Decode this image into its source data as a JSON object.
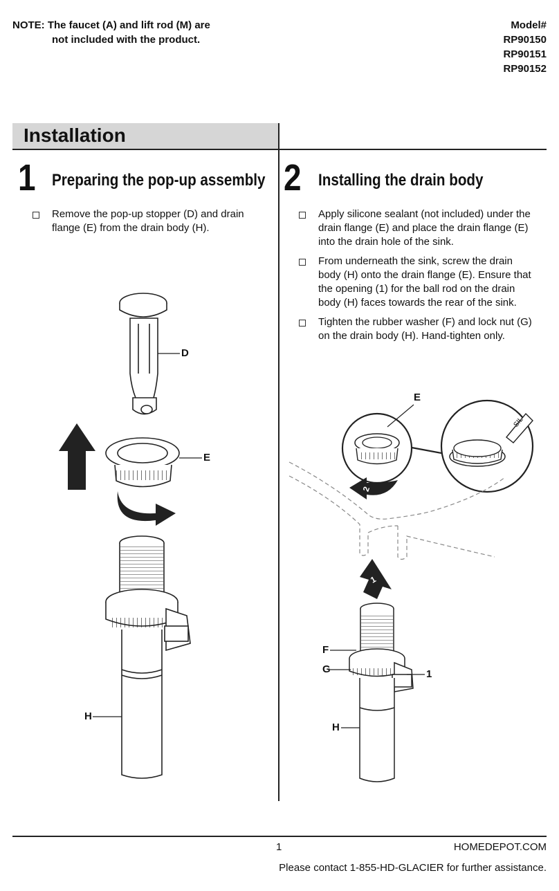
{
  "header": {
    "note_line1": "NOTE: The faucet (A) and lift rod (M) are",
    "note_line2": "not included with the product.",
    "model_label": "Model#",
    "models": [
      "RP90150",
      "RP90151",
      "RP90152"
    ]
  },
  "section_title": "Installation",
  "step1": {
    "number": "1",
    "title": "Preparing the pop-up assembly",
    "bullets": [
      "Remove the pop-up stopper (D) and drain flange (E) from the drain body (H)."
    ],
    "labels": {
      "d": "D",
      "e": "E",
      "h": "H"
    }
  },
  "step2": {
    "number": "2",
    "title": "Installing the drain body",
    "bullets": [
      "Apply silicone sealant (not included) under the drain flange (E) and place the drain flange (E) into the drain hole of the sink.",
      "From underneath the sink, screw the drain body (H) onto the drain flange (E). Ensure that the opening (1) for the ball rod on the drain body (H) faces towards the rear of the sink.",
      "Tighten the rubber washer (F) and lock nut (G) on the drain body (H). Hand-tighten only."
    ],
    "labels": {
      "e": "E",
      "f": "F",
      "g": "G",
      "h": "H",
      "one": "1",
      "arrow1": "1",
      "arrow2": "2",
      "sil": "SIL"
    }
  },
  "footer": {
    "page_number": "1",
    "site": "HOMEDEPOT.COM",
    "contact": "Please contact 1-855-HD-GLACIER for further assistance."
  }
}
